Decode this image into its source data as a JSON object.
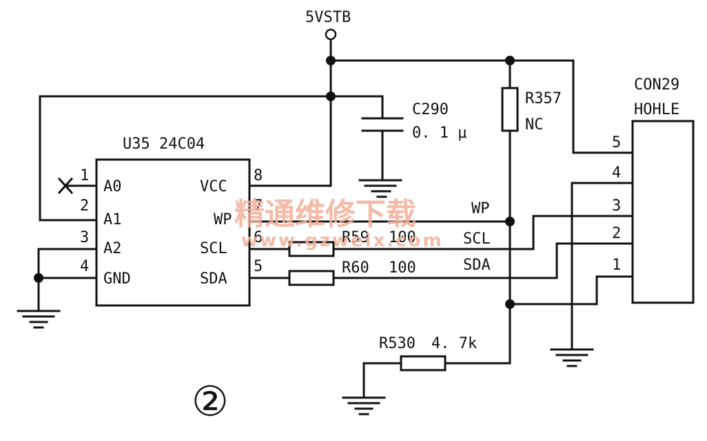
{
  "supply": {
    "label": "5VSTB"
  },
  "chip": {
    "label": "U35 24C04",
    "left_pins": [
      {
        "num": "1",
        "name": "A0"
      },
      {
        "num": "2",
        "name": "A1"
      },
      {
        "num": "3",
        "name": "A2"
      },
      {
        "num": "4",
        "name": "GND"
      }
    ],
    "right_pins": [
      {
        "num": "8",
        "name": "VCC"
      },
      {
        "num": "7",
        "name": "WP"
      },
      {
        "num": "6",
        "name": "SCL"
      },
      {
        "num": "5",
        "name": "SDA"
      }
    ]
  },
  "capacitor": {
    "ref": "C290",
    "value": "0. 1 μ"
  },
  "r357": {
    "ref": "R357",
    "value": "NC"
  },
  "r59": {
    "ref": "R59",
    "value": "100"
  },
  "r60": {
    "ref": "R60",
    "value": "100"
  },
  "r530": {
    "ref": "R530",
    "value": "4. 7k"
  },
  "nets": {
    "wp": "WP",
    "scl": "SCL",
    "sda": "SDA"
  },
  "connector": {
    "ref": "CON29",
    "name": "HOHLE",
    "pins": [
      "5",
      "4",
      "3",
      "2",
      "1"
    ]
  },
  "figure_mark": "②",
  "watermark": {
    "text": "精通维修下载",
    "url": "www.gzweix.com"
  }
}
